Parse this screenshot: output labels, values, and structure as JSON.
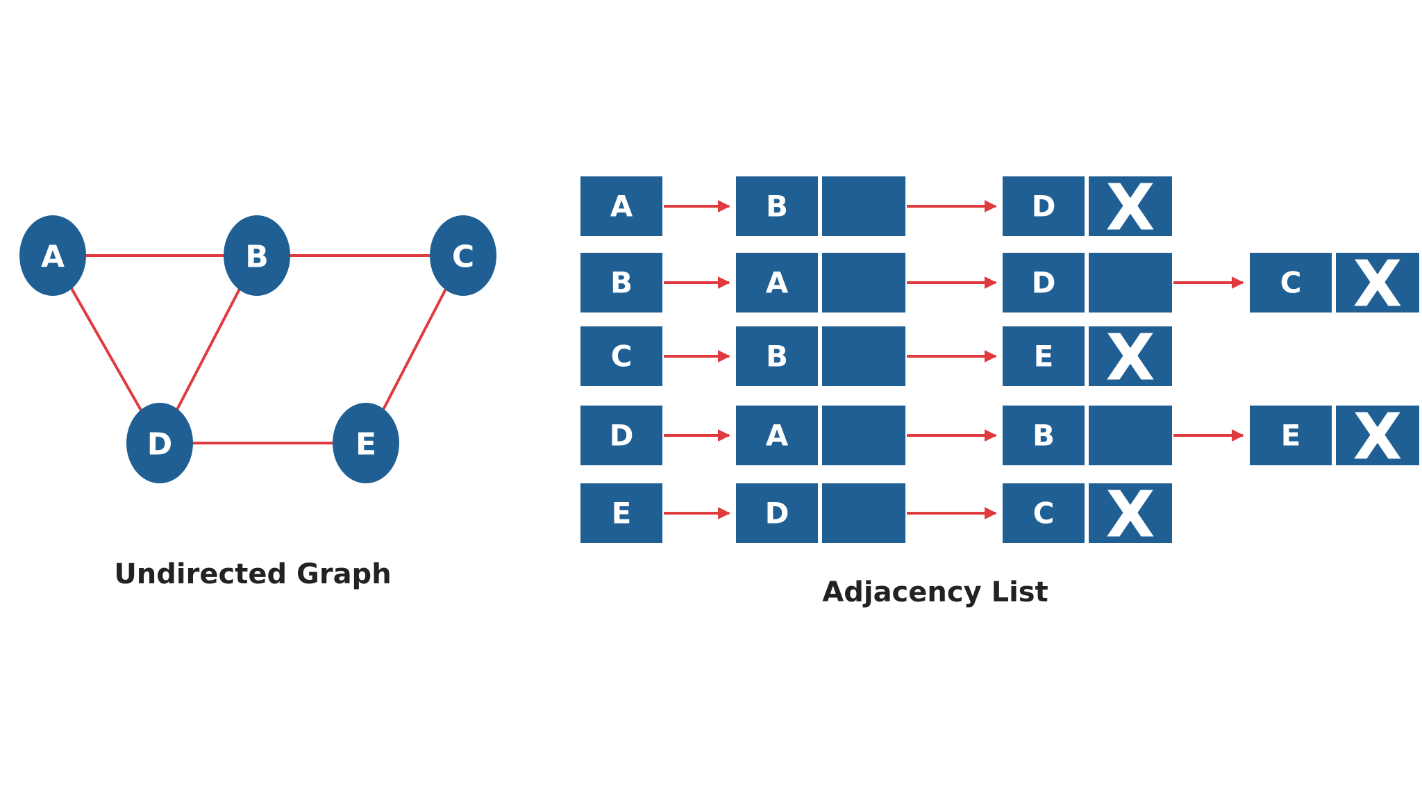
{
  "colors": {
    "node": "#1f5f94",
    "edge": "#e03a3f",
    "arrow": "#e03a3f",
    "cell": "#1f5f94",
    "cell_text": "#ffffff",
    "caption": "#222222"
  },
  "graph": {
    "caption": "Undirected Graph",
    "nodes": [
      {
        "id": "A",
        "label": "A"
      },
      {
        "id": "B",
        "label": "B"
      },
      {
        "id": "C",
        "label": "C"
      },
      {
        "id": "D",
        "label": "D"
      },
      {
        "id": "E",
        "label": "E"
      }
    ],
    "edges": [
      {
        "from": "A",
        "to": "B"
      },
      {
        "from": "B",
        "to": "C"
      },
      {
        "from": "A",
        "to": "D"
      },
      {
        "from": "B",
        "to": "D"
      },
      {
        "from": "C",
        "to": "E"
      },
      {
        "from": "D",
        "to": "E"
      }
    ]
  },
  "adjacency_list": {
    "caption": "Adjacency List",
    "null_marker": "X",
    "rows": [
      {
        "head": "A",
        "neighbors": [
          "B",
          "D"
        ]
      },
      {
        "head": "B",
        "neighbors": [
          "A",
          "D",
          "C"
        ]
      },
      {
        "head": "C",
        "neighbors": [
          "B",
          "E"
        ]
      },
      {
        "head": "D",
        "neighbors": [
          "A",
          "B",
          "E"
        ]
      },
      {
        "head": "E",
        "neighbors": [
          "D",
          "C"
        ]
      }
    ]
  }
}
